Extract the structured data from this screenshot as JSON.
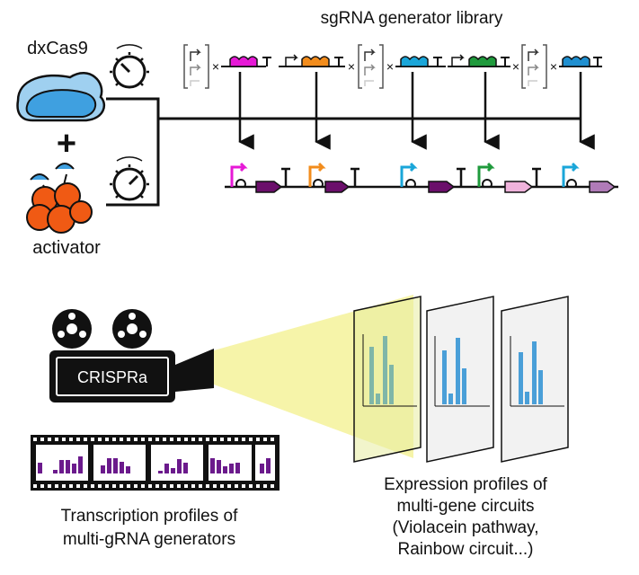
{
  "labels": {
    "library_title": "sgRNA generator library",
    "cas_label": "dxCas9",
    "plus": "+",
    "activator_label": "activator",
    "camera_label": "CRISPRa",
    "transcription_caption": [
      "Transcription profiles of",
      "multi-gRNA generators"
    ],
    "expression_caption": [
      "Expression profiles of",
      "multi-gene circuits",
      "(Violacein pathway,",
      "Rainbow circuit...)"
    ],
    "times": "×"
  },
  "colors": {
    "magenta": "#e619d6",
    "orange": "#f28c1c",
    "cyan": "#1aa6d9",
    "green": "#1f9a3c",
    "blue_sgrna": "#1f8fd0",
    "purple_dark": "#6b0f6b",
    "pink_light": "#f0b3dc",
    "purple_light": "#b07bb8",
    "cas_blue": "#3fa0e0",
    "cas_light": "#9fd0f0",
    "activator_orange": "#f05a14",
    "beam_yellow": "#f4f29a",
    "film_bars": "#6b1a8c",
    "panel_bars": "#4a9fd8",
    "panel_bars_tinted": "#7fb6a8"
  }
}
